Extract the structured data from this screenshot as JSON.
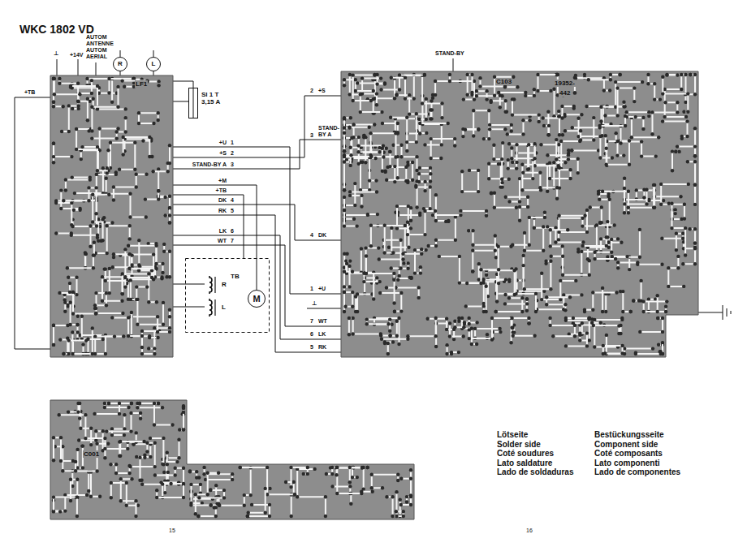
{
  "diagram": {
    "title": "WKC 1802 VD",
    "nodes": [
      {
        "text": [
          "LF1"
        ]
      },
      {
        "text": [
          "R"
        ]
      },
      {
        "text": [
          "L"
        ]
      },
      {
        "text": [
          "SI 1 T 3,15 A"
        ]
      },
      {
        "text": [
          "TB"
        ]
      },
      {
        "text": [
          "R"
        ],
        "in": 4
      },
      {
        "text": [
          "L"
        ],
        "in": 4
      },
      {
        "text": [
          "M"
        ],
        "in": 4
      },
      {
        "text": [
          "C103",
          "19352-",
          "442"
        ]
      },
      {
        "text": [
          "C001"
        ]
      }
    ],
    "edges": [
      {
        "from": 1,
        "to": 0,
        "arrow": "none"
      },
      {
        "from": 2,
        "to": 0,
        "arrow": "none"
      },
      {
        "from": 0,
        "to": 3,
        "arrow": "none"
      },
      {
        "from": 0,
        "to": 8,
        "label": "+U",
        "arrow": "none"
      },
      {
        "from": 0,
        "to": 8,
        "label": "+S",
        "arrow": "none"
      },
      {
        "from": 0,
        "to": 8,
        "label": "STAND-BY A",
        "arrow": "none"
      },
      {
        "from": 0,
        "to": 7,
        "label": "+M",
        "arrow": "none"
      },
      {
        "from": 0,
        "to": 4,
        "label": "+TB",
        "arrow": "none"
      },
      {
        "from": 0,
        "to": 8,
        "label": "DK",
        "arrow": "none"
      },
      {
        "from": 0,
        "to": 8,
        "label": "RK",
        "arrow": "none"
      },
      {
        "from": 0,
        "to": 8,
        "label": "LK",
        "arrow": "none"
      },
      {
        "from": 0,
        "to": 8,
        "label": "WT",
        "arrow": "none"
      },
      {
        "from": 0,
        "to": 5,
        "arrow": "none"
      },
      {
        "from": 0,
        "to": 6,
        "arrow": "none"
      }
    ],
    "labels": [
      "⊥",
      "+14V",
      "AUTOM",
      "ANTENNE",
      "AUTOM",
      "AERIAL",
      "+TB",
      "STAND-BY",
      "1",
      "2",
      "3",
      "4",
      "5",
      "6",
      "7",
      "2",
      "+S",
      "3",
      "STAND-BY A",
      "4",
      "DK",
      "1",
      "+U",
      "⊥",
      "7",
      "WT",
      "6",
      "LK",
      "5",
      "RK",
      "Lötseite",
      "Solder side",
      "Coté soudures",
      "Lato saldature",
      "Lado de soldaduras",
      "Bestückungsseite",
      "Component side",
      "Coté composants",
      "Lato componenti",
      "Lado de componentes",
      "15",
      "16"
    ]
  }
}
